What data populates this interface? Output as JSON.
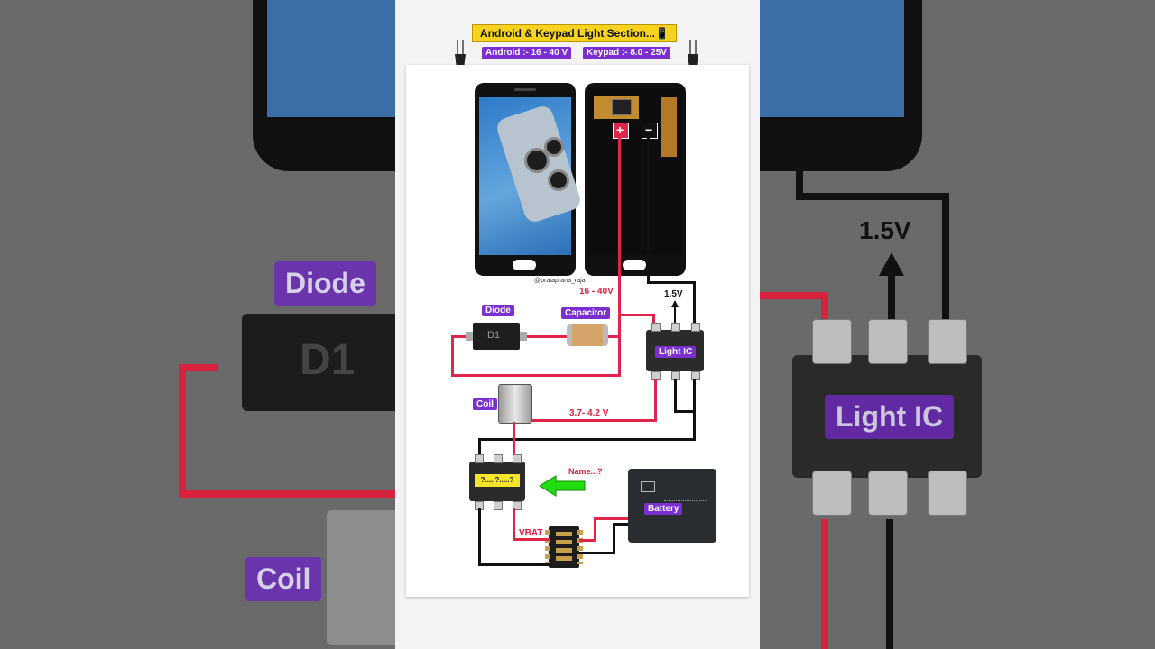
{
  "header": {
    "title": "Android & Keypad Light Section...📱",
    "android_voltage": "Android :- 16 - 40 V",
    "keypad_voltage": "Keypad :- 8.0 - 25V"
  },
  "watermark": "@prataprana_raja",
  "terminals": {
    "plus": "+",
    "minus": "−"
  },
  "labels": {
    "supply_voltage": "16 - 40V",
    "light_ic_output": "1.5V",
    "coil_voltage": "3.7- 4.2 V",
    "vbat": "VBAT",
    "question": "Name...?"
  },
  "components": {
    "diode": "Diode",
    "diode_marking": "D1",
    "capacitor": "Capacitor",
    "light_ic": "Light IC",
    "coil": "Coil",
    "unknown_ic": "?.....?.....?",
    "battery": "Battery"
  },
  "background": {
    "diode": "Diode",
    "diode_marking": "D1",
    "coil": "Coil",
    "voltage": "1.5V",
    "light_ic": "Light IC"
  },
  "colors": {
    "wire_positive": "#e0254a",
    "wire_negative": "#111111",
    "label_bg": "#7b2fd1",
    "title_bg": "#f7d320",
    "arrow_green": "#22dd11"
  }
}
